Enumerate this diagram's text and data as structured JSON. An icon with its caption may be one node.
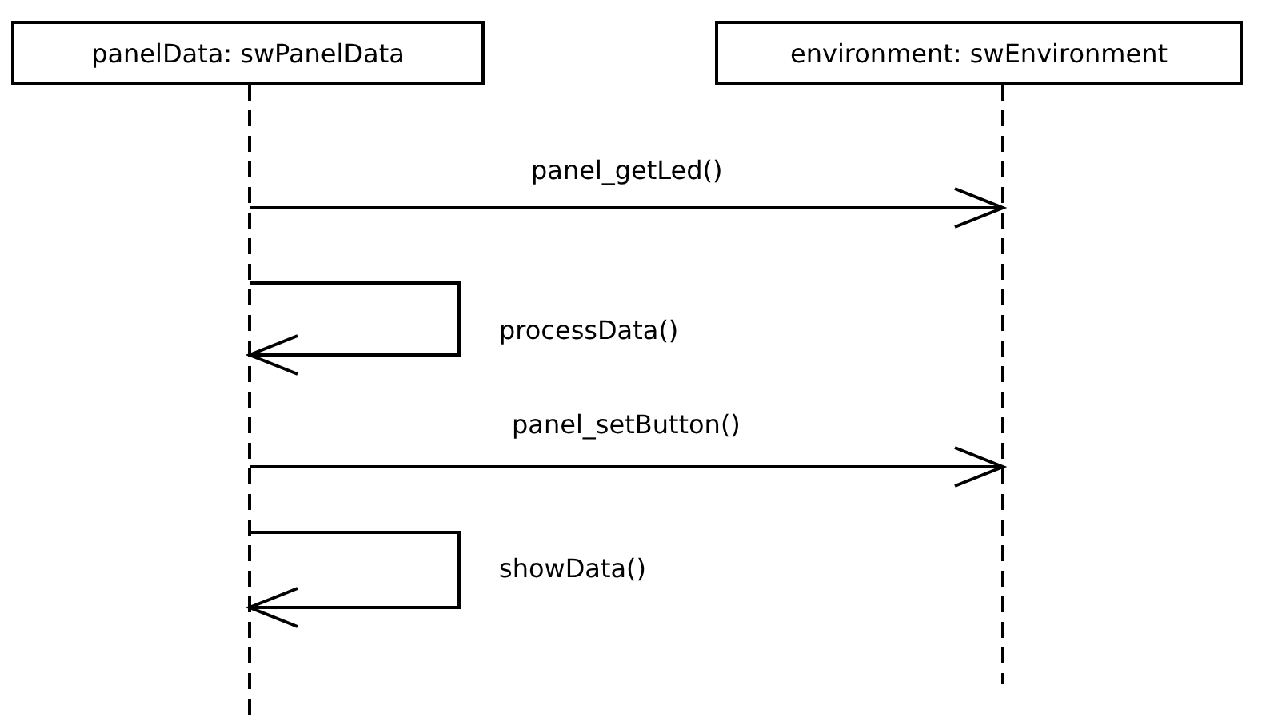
{
  "diagram": {
    "nodes": [
      {
        "text": [
          "panelData: swPanelData"
        ]
      },
      {
        "text": [
          "environment: swEnvironment"
        ]
      },
      {
        "text": [],
        "shape": "line"
      },
      {
        "text": [],
        "shape": "line"
      }
    ],
    "edges": [
      {
        "from": 2,
        "to": 3,
        "arrow": "to",
        "label": "panel_getLed()"
      },
      {
        "from": 2,
        "to": 2,
        "arrow": "to",
        "label": "processData()"
      },
      {
        "from": 2,
        "to": 3,
        "arrow": "to",
        "label": "panel_setButton()"
      },
      {
        "from": 2,
        "to": 2,
        "arrow": "to",
        "label": "showData()"
      }
    ]
  }
}
